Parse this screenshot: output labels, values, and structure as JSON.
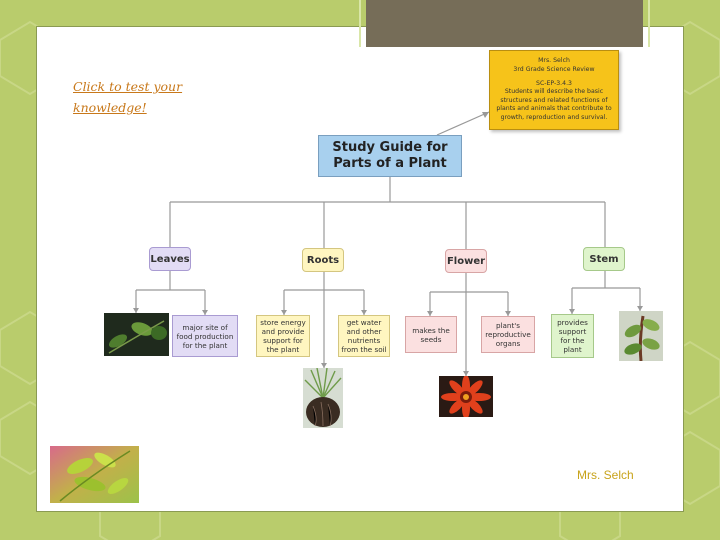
{
  "slide": {
    "link_lines": [
      "Click to test your",
      "knowledge!"
    ],
    "author": "Mrs. Selch"
  },
  "diagram": {
    "note_lines": [
      "Mrs. Selch",
      "3rd Grade Science Review",
      "",
      "SC-EP-3.4.3",
      "Students will describe the basic",
      "structures and related functions of",
      "plants and animals that contribute to",
      "growth, reproduction and survival."
    ],
    "title_lines": [
      "Study Guide for",
      "Parts of a Plant"
    ],
    "categories": {
      "leaves": "Leaves",
      "roots": "Roots",
      "flower": "Flower",
      "stem": "Stem"
    },
    "details": {
      "leaves_food": [
        "major site of",
        "food production",
        "for the plant"
      ],
      "roots_store": [
        "store energy",
        "and provide",
        "support for",
        "the plant"
      ],
      "roots_water": [
        "get water",
        "and other",
        "nutrients",
        "from the soil"
      ],
      "flower_seeds": [
        "makes the",
        "seeds"
      ],
      "flower_organs": [
        "plant's",
        "reproductive",
        "organs"
      ],
      "stem_support": [
        "provides",
        "support",
        "for the",
        "plant"
      ]
    }
  },
  "colors": {
    "background": "#b9cc6c",
    "top_bar": "#766d58",
    "link": "#c8781a",
    "author": "#c8a31a",
    "note": "#f6c31a",
    "title_box": "#a8d0ee"
  },
  "icons": {
    "leaves_photo": "leaves-photo-icon",
    "roots_photo": "roots-photo-icon",
    "flower_photo": "red-flower-photo-icon",
    "stem_photo": "stem-photo-icon",
    "corner_photo": "green-leaves-photo-icon"
  }
}
